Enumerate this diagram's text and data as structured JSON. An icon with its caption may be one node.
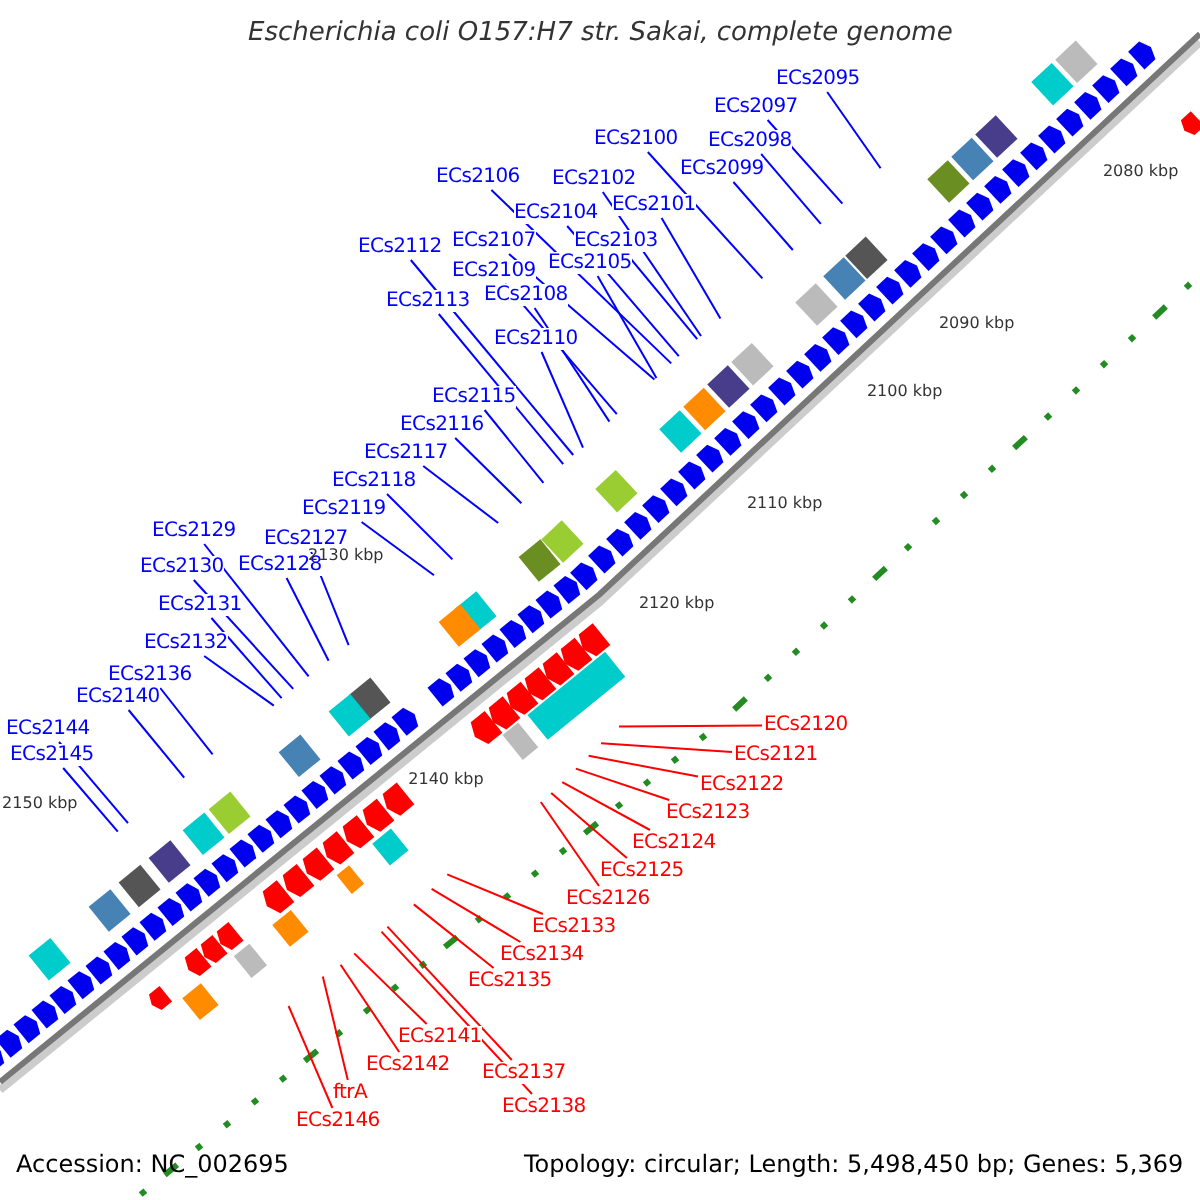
{
  "diagram": {
    "title": "Escherichia coli O157:H7 str. Sakai, complete genome",
    "nodes": [
      {
        "text": [
          "ECs2095"
        ]
      },
      {
        "text": [
          "ECs2097"
        ]
      },
      {
        "text": [
          "ECs2100"
        ]
      },
      {
        "text": [
          "ECs2098"
        ]
      },
      {
        "text": [
          "ECs2099"
        ]
      },
      {
        "text": [
          "ECs2106"
        ]
      },
      {
        "text": [
          "ECs2102"
        ]
      },
      {
        "text": [
          "ECs2101"
        ]
      },
      {
        "text": [
          "ECs2104"
        ]
      },
      {
        "text": [
          "ECs2103"
        ]
      },
      {
        "text": [
          "ECs2112"
        ]
      },
      {
        "text": [
          "ECs2107"
        ]
      },
      {
        "text": [
          "ECs2105"
        ]
      },
      {
        "text": [
          "ECs2109"
        ]
      },
      {
        "text": [
          "ECs2108"
        ]
      },
      {
        "text": [
          "ECs2113"
        ]
      },
      {
        "text": [
          "ECs2110"
        ]
      },
      {
        "text": [
          "ECs2115"
        ]
      },
      {
        "text": [
          "ECs2116"
        ]
      },
      {
        "text": [
          "ECs2117"
        ]
      },
      {
        "text": [
          "ECs2118"
        ]
      },
      {
        "text": [
          "ECs2119"
        ]
      },
      {
        "text": [
          "ECs2129"
        ]
      },
      {
        "text": [
          "ECs2127"
        ]
      },
      {
        "text": [
          "ECs2130"
        ]
      },
      {
        "text": [
          "ECs2128"
        ]
      },
      {
        "text": [
          "ECs2131"
        ]
      },
      {
        "text": [
          "ECs2132"
        ]
      },
      {
        "text": [
          "ECs2136"
        ]
      },
      {
        "text": [
          "ECs2140"
        ]
      },
      {
        "text": [
          "ECs2144"
        ]
      },
      {
        "text": [
          "ECs2145"
        ]
      },
      {
        "text": [
          "ECs2120"
        ]
      },
      {
        "text": [
          "ECs2121"
        ]
      },
      {
        "text": [
          "ECs2122"
        ]
      },
      {
        "text": [
          "ECs2123"
        ]
      },
      {
        "text": [
          "ECs2124"
        ]
      },
      {
        "text": [
          "ECs2125"
        ]
      },
      {
        "text": [
          "ECs2126"
        ]
      },
      {
        "text": [
          "ECs2133"
        ]
      },
      {
        "text": [
          "ECs2134"
        ]
      },
      {
        "text": [
          "ECs2135"
        ]
      },
      {
        "text": [
          "ECs2141"
        ]
      },
      {
        "text": [
          "ECs2142"
        ]
      },
      {
        "text": [
          "ftrA"
        ]
      },
      {
        "text": [
          "ECs2146"
        ]
      },
      {
        "text": [
          "ECs2137"
        ]
      },
      {
        "text": [
          "ECs2138"
        ]
      }
    ],
    "edges": [
      {
        "from": 0,
        "to": null,
        "arrow": "none"
      },
      {
        "from": 1,
        "to": null,
        "arrow": "none"
      },
      {
        "from": 2,
        "to": null,
        "arrow": "none"
      },
      {
        "from": 3,
        "to": null,
        "arrow": "none"
      },
      {
        "from": 4,
        "to": null,
        "arrow": "none"
      },
      {
        "from": 5,
        "to": null,
        "arrow": "none"
      },
      {
        "from": 6,
        "to": null,
        "arrow": "none"
      },
      {
        "from": 7,
        "to": null,
        "arrow": "none"
      },
      {
        "from": 8,
        "to": null,
        "arrow": "none"
      },
      {
        "from": 9,
        "to": null,
        "arrow": "none"
      },
      {
        "from": 10,
        "to": null,
        "arrow": "none"
      },
      {
        "from": 11,
        "to": null,
        "arrow": "none"
      },
      {
        "from": 12,
        "to": null,
        "arrow": "none"
      },
      {
        "from": 13,
        "to": null,
        "arrow": "none"
      },
      {
        "from": 14,
        "to": null,
        "arrow": "none"
      },
      {
        "from": 15,
        "to": null,
        "arrow": "none"
      },
      {
        "from": 16,
        "to": null,
        "arrow": "none"
      },
      {
        "from": 17,
        "to": null,
        "arrow": "none"
      },
      {
        "from": 18,
        "to": null,
        "arrow": "none"
      },
      {
        "from": 19,
        "to": null,
        "arrow": "none"
      },
      {
        "from": 20,
        "to": null,
        "arrow": "none"
      },
      {
        "from": 21,
        "to": null,
        "arrow": "none"
      },
      {
        "from": 22,
        "to": null,
        "arrow": "none"
      },
      {
        "from": 23,
        "to": null,
        "arrow": "none"
      },
      {
        "from": 24,
        "to": null,
        "arrow": "none"
      },
      {
        "from": 25,
        "to": null,
        "arrow": "none"
      },
      {
        "from": 26,
        "to": null,
        "arrow": "none"
      },
      {
        "from": 27,
        "to": null,
        "arrow": "none"
      },
      {
        "from": 28,
        "to": null,
        "arrow": "none"
      },
      {
        "from": 29,
        "to": null,
        "arrow": "none"
      },
      {
        "from": 30,
        "to": null,
        "arrow": "none"
      },
      {
        "from": 31,
        "to": null,
        "arrow": "none"
      },
      {
        "from": 32,
        "to": null,
        "arrow": "none",
        "color": "#ff0000"
      },
      {
        "from": 33,
        "to": null,
        "arrow": "none",
        "color": "#ff0000"
      },
      {
        "from": 34,
        "to": null,
        "arrow": "none",
        "color": "#ff0000"
      },
      {
        "from": 35,
        "to": null,
        "arrow": "none",
        "color": "#ff0000"
      },
      {
        "from": 36,
        "to": null,
        "arrow": "none",
        "color": "#ff0000"
      },
      {
        "from": 37,
        "to": null,
        "arrow": "none",
        "color": "#ff0000"
      },
      {
        "from": 38,
        "to": null,
        "arrow": "none",
        "color": "#ff0000"
      },
      {
        "from": 39,
        "to": null,
        "arrow": "none",
        "color": "#ff0000"
      },
      {
        "from": 40,
        "to": null,
        "arrow": "none",
        "color": "#ff0000"
      },
      {
        "from": 41,
        "to": null,
        "arrow": "none",
        "color": "#ff0000"
      },
      {
        "from": 42,
        "to": null,
        "arrow": "none",
        "color": "#ff0000"
      },
      {
        "from": 43,
        "to": null,
        "arrow": "none",
        "color": "#ff0000"
      },
      {
        "from": 44,
        "to": null,
        "arrow": "none",
        "color": "#ff0000"
      },
      {
        "from": 45,
        "to": null,
        "arrow": "none",
        "color": "#ff0000"
      },
      {
        "from": 46,
        "to": null,
        "arrow": "none",
        "color": "#ff0000"
      },
      {
        "from": 47,
        "to": null,
        "arrow": "none",
        "color": "#ff0000"
      }
    ],
    "labels": [
      "2080 kbp",
      "2090 kbp",
      "2100 kbp",
      "2110 kbp",
      "2120 kbp",
      "2130 kbp",
      "2140 kbp",
      "2150 kbp",
      "Accession: NC_002695",
      "Topology: circular; Length: 5,498,450 bp; Genes: 5,369"
    ]
  }
}
